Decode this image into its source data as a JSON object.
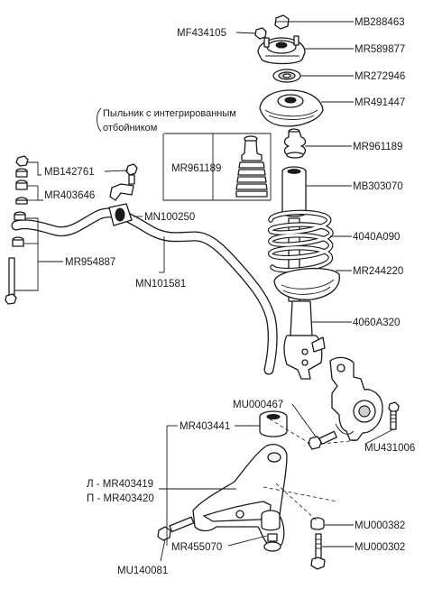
{
  "note": {
    "line1": "Пыльник с интегрированным",
    "line2": "отбойником"
  },
  "parts": {
    "mb288463": "MB288463",
    "mf434105": "MF434105",
    "mr589877": "MR589877",
    "mr272946": "MR272946",
    "mr491447": "MR491447",
    "mr961189_left": "MR961189",
    "mr961189_right": "MR961189",
    "mb303070": "MB303070",
    "mb142761": "MB142761",
    "mr403646": "MR403646",
    "mn100250": "MN100250",
    "a4040a090": "4040A090",
    "mr244220": "MR244220",
    "mr954887": "MR954887",
    "mn101581": "MN101581",
    "a4060a320": "4060A320",
    "mu000467": "MU000467",
    "mu431006": "MU431006",
    "mr403441": "MR403441",
    "lower_arm_left": "Л - MR403419",
    "lower_arm_right": "П - MR403420",
    "mu000382": "MU000382",
    "mr455070": "MR455070",
    "mu000302": "MU000302",
    "mu140081": "MU140081"
  }
}
